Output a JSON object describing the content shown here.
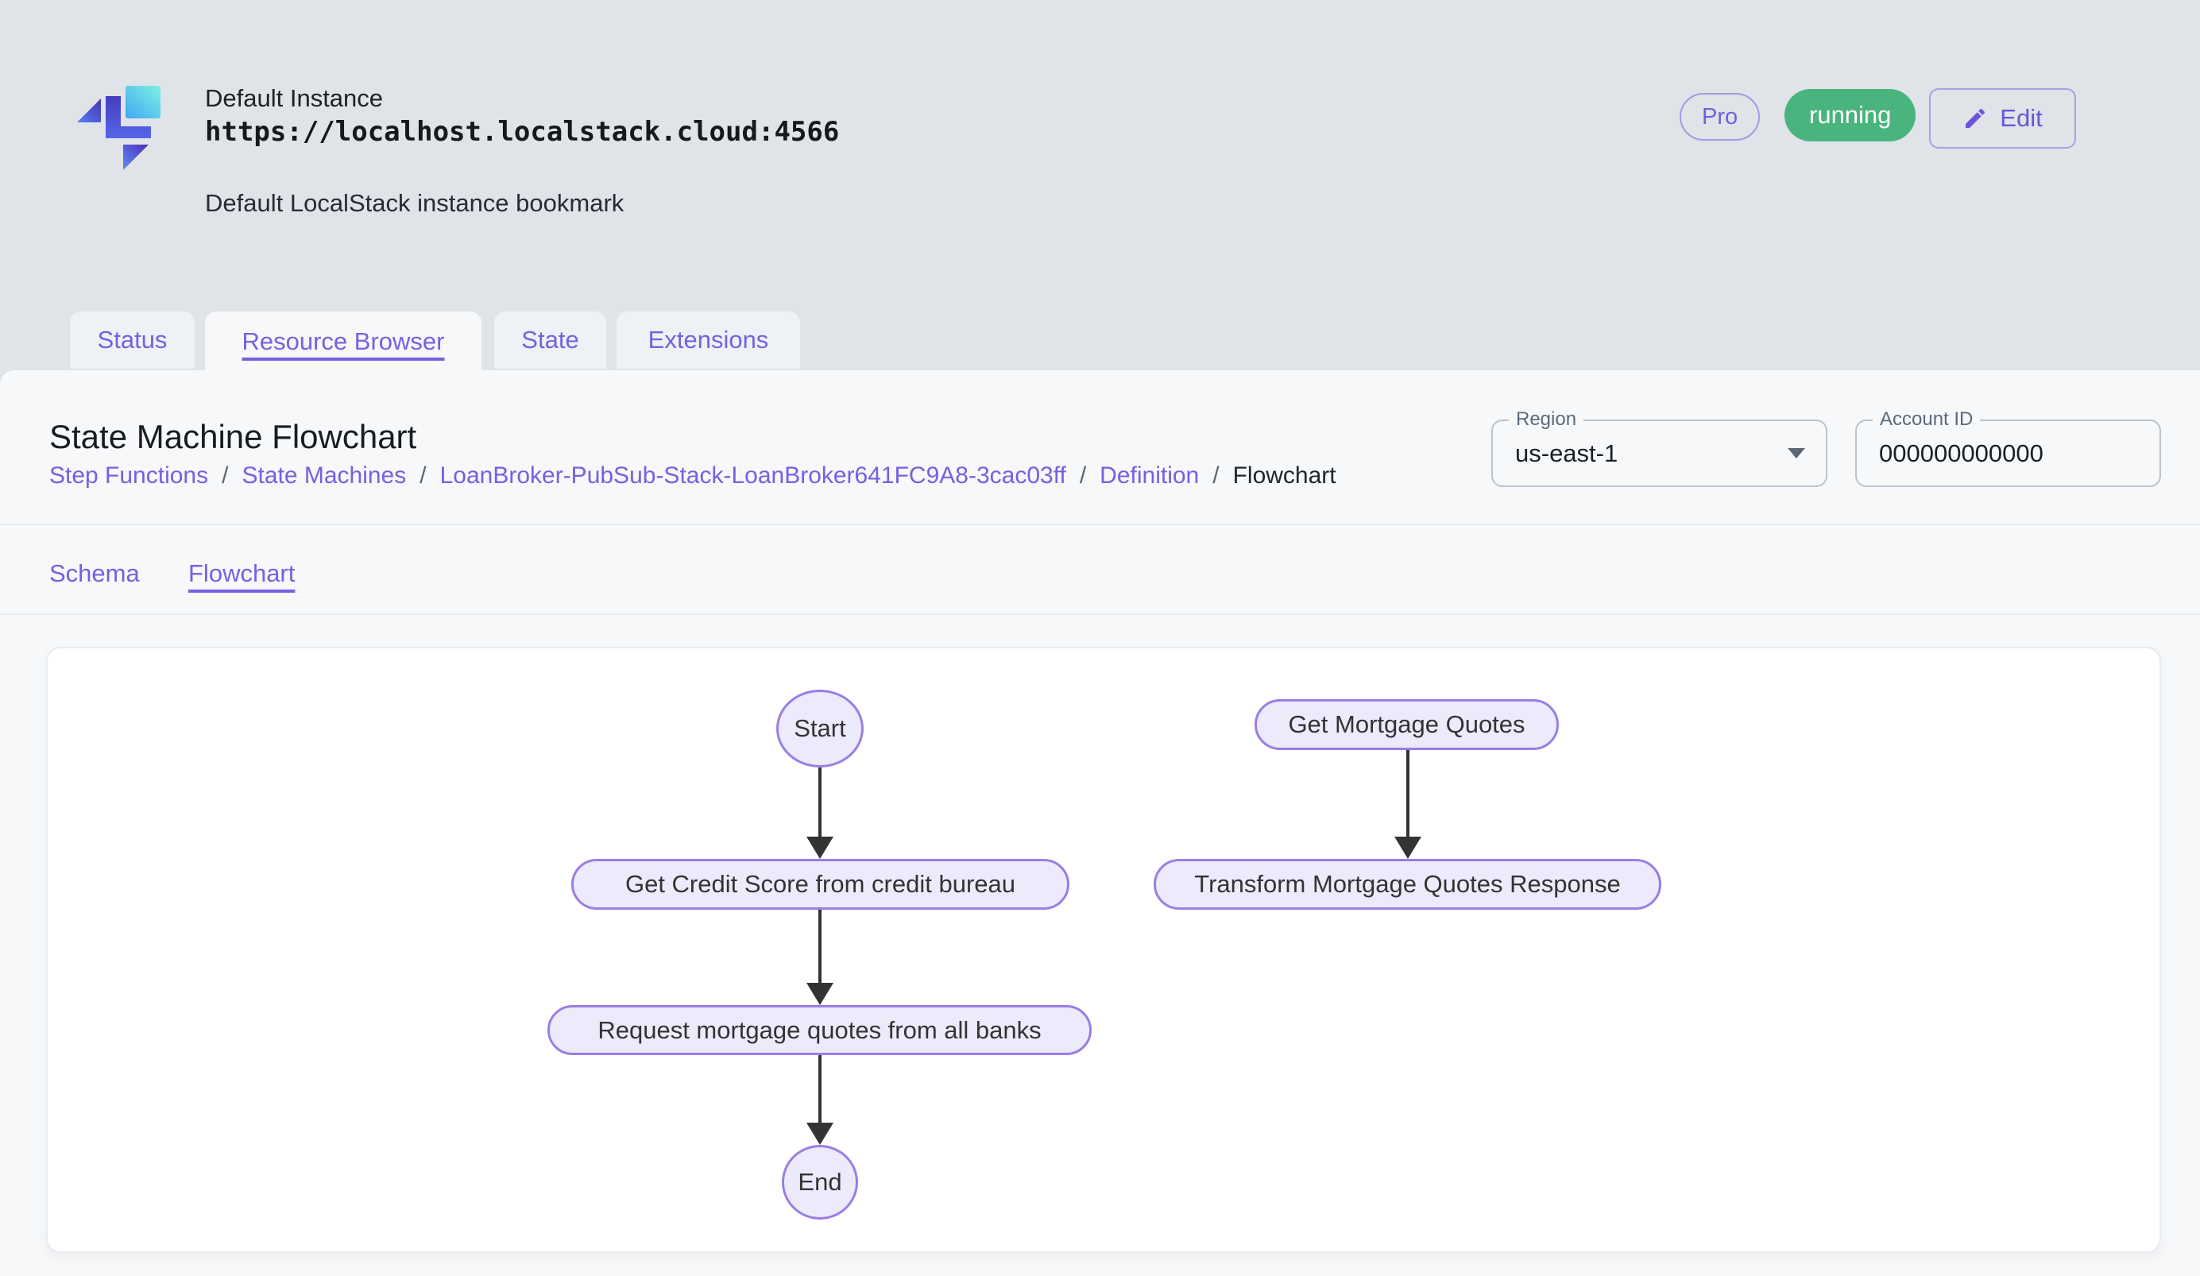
{
  "instance": {
    "name": "Default Instance",
    "url": "https://localhost.localstack.cloud:4566",
    "description": "Default LocalStack instance bookmark",
    "pro_badge": "Pro",
    "status": "running",
    "edit_label": "Edit"
  },
  "tabs": [
    {
      "label": "Status"
    },
    {
      "label": "Resource Browser"
    },
    {
      "label": "State"
    },
    {
      "label": "Extensions"
    }
  ],
  "active_tab": "Resource Browser",
  "page": {
    "title": "State Machine Flowchart",
    "separator": "/",
    "breadcrumb": [
      "Step Functions",
      "State Machines",
      "LoanBroker-PubSub-Stack-LoanBroker641FC9A8-3cac03ff",
      "Definition",
      "Flowchart"
    ],
    "region": {
      "label": "Region",
      "value": "us-east-1"
    },
    "account_id": {
      "label": "Account ID",
      "value": "000000000000"
    },
    "subtabs": [
      {
        "label": "Schema"
      },
      {
        "label": "Flowchart"
      }
    ],
    "active_subtab": "Flowchart"
  },
  "flowchart": {
    "nodes": [
      {
        "id": "start",
        "label": "Start",
        "shape": "ellipse"
      },
      {
        "id": "get-credit-score",
        "label": "Get Credit Score from credit bureau",
        "shape": "rounded-rect"
      },
      {
        "id": "request-quotes",
        "label": "Request mortgage quotes from all banks",
        "shape": "rounded-rect"
      },
      {
        "id": "end",
        "label": "End",
        "shape": "ellipse"
      },
      {
        "id": "get-mortgage-quotes",
        "label": "Get Mortgage Quotes",
        "shape": "rounded-rect"
      },
      {
        "id": "transform-response",
        "label": "Transform Mortgage Quotes Response",
        "shape": "rounded-rect"
      }
    ],
    "edges": [
      {
        "from": "start",
        "to": "get-credit-score"
      },
      {
        "from": "get-credit-score",
        "to": "request-quotes"
      },
      {
        "from": "request-quotes",
        "to": "end"
      },
      {
        "from": "get-mortgage-quotes",
        "to": "transform-response"
      }
    ]
  },
  "colors": {
    "accent_purple": "#7561df",
    "status_green": "#4ab47e",
    "node_fill": "#eceafb",
    "node_border": "#9b7de4",
    "arrow": "#333333",
    "header_bg": "#e0e3e8",
    "panel_bg": "#f6f8fa",
    "card_bg": "#ffffff"
  }
}
